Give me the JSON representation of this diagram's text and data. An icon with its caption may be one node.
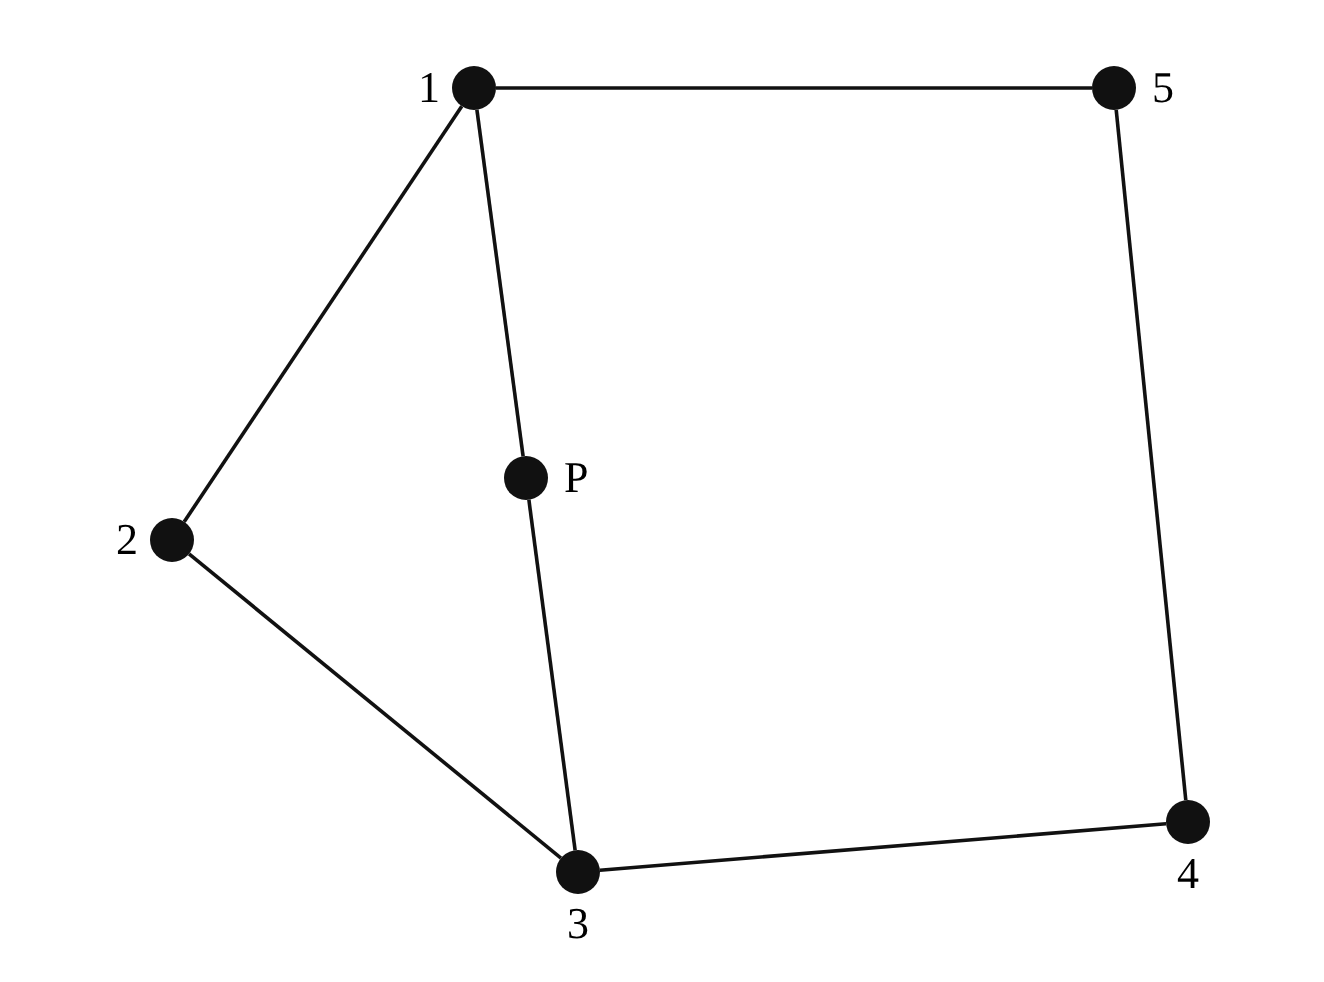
{
  "diagram": {
    "nodes": [
      {
        "text": [
          "1"
        ]
      },
      {
        "text": [
          "5"
        ]
      },
      {
        "text": [
          "P"
        ]
      },
      {
        "text": [
          "2"
        ]
      },
      {
        "text": [
          "3"
        ]
      },
      {
        "text": [
          "4"
        ]
      }
    ],
    "edges": [
      {
        "from": 0,
        "to": 1,
        "arrow": "none"
      },
      {
        "from": 0,
        "to": 3,
        "arrow": "none"
      },
      {
        "from": 0,
        "to": 2,
        "arrow": "none"
      },
      {
        "from": 2,
        "to": 4,
        "arrow": "none"
      },
      {
        "from": 3,
        "to": 4,
        "arrow": "none"
      },
      {
        "from": 4,
        "to": 5,
        "arrow": "none"
      },
      {
        "from": 5,
        "to": 1,
        "arrow": "none"
      }
    ]
  }
}
